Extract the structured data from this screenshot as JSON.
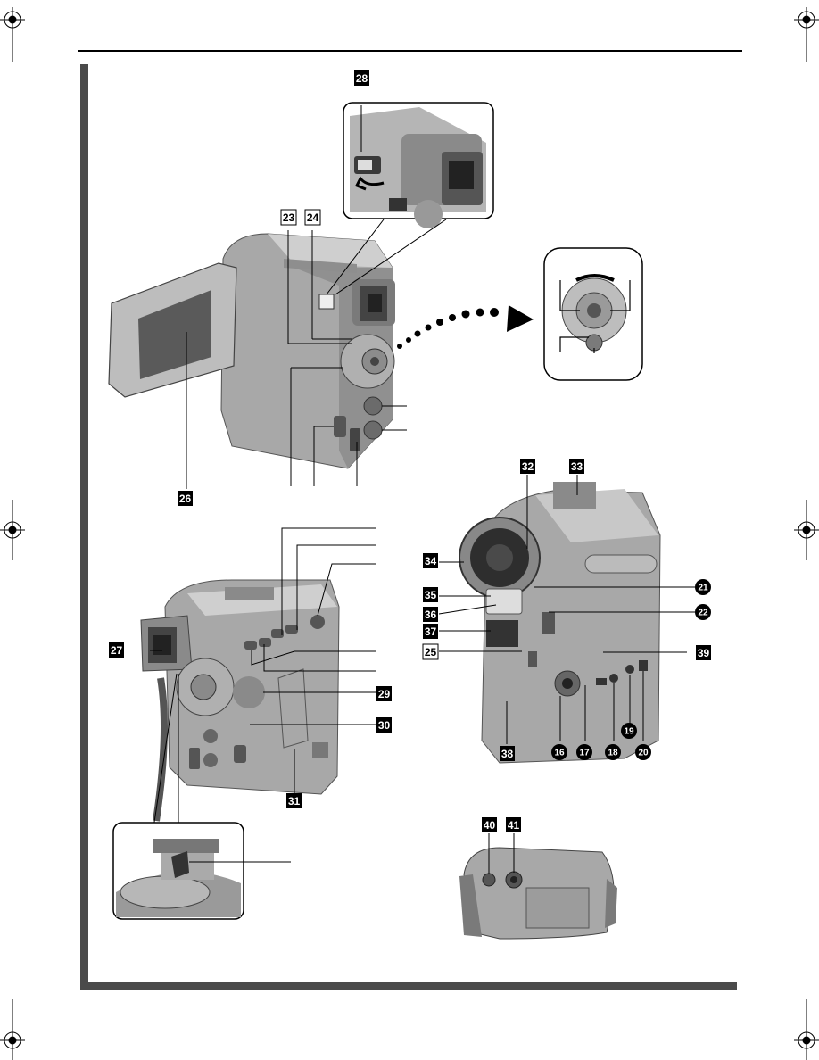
{
  "callouts_filled": [
    {
      "id": "c28",
      "text": "28"
    },
    {
      "id": "c26",
      "text": "26"
    },
    {
      "id": "c32",
      "text": "32"
    },
    {
      "id": "c33",
      "text": "33"
    },
    {
      "id": "c34",
      "text": "34"
    },
    {
      "id": "c35",
      "text": "35"
    },
    {
      "id": "c36",
      "text": "36"
    },
    {
      "id": "c37",
      "text": "37"
    },
    {
      "id": "c27",
      "text": "27"
    },
    {
      "id": "c29",
      "text": "29"
    },
    {
      "id": "c30",
      "text": "30"
    },
    {
      "id": "c31",
      "text": "31"
    },
    {
      "id": "c39",
      "text": "39"
    },
    {
      "id": "c38",
      "text": "38"
    },
    {
      "id": "c40",
      "text": "40"
    },
    {
      "id": "c41",
      "text": "41"
    }
  ],
  "callouts_outline": [
    {
      "id": "c23",
      "text": "23"
    },
    {
      "id": "c24",
      "text": "24"
    },
    {
      "id": "c25",
      "text": "25"
    }
  ],
  "callouts_circle": [
    {
      "id": "c21",
      "text": "21"
    },
    {
      "id": "c22",
      "text": "22"
    },
    {
      "id": "c16",
      "text": "16"
    },
    {
      "id": "c17",
      "text": "17"
    },
    {
      "id": "c18",
      "text": "18"
    },
    {
      "id": "c19",
      "text": "19"
    },
    {
      "id": "c20",
      "text": "20"
    }
  ],
  "colors": {
    "body": "#a8a8a8",
    "body_dark": "#6e6e6e",
    "body_light": "#d0d0d0",
    "frame": "#4a4a4a",
    "ink": "#000000"
  }
}
